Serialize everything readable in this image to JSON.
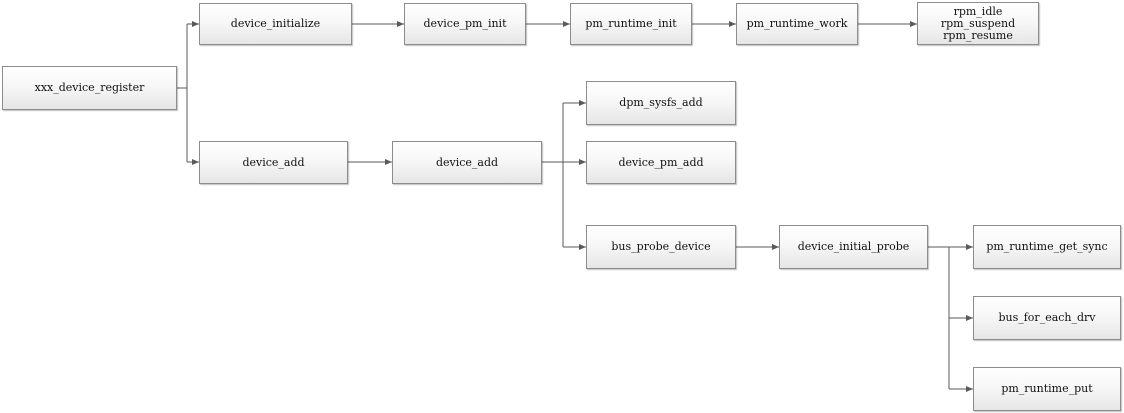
{
  "nodes": {
    "xxx_device_register": "xxx_device_register",
    "device_initialize": "device_initialize",
    "device_pm_init": "device_pm_init",
    "pm_runtime_init": "pm_runtime_init",
    "pm_runtime_work": "pm_runtime_work",
    "rpm_ops": [
      "rpm_idle",
      "rpm_suspend",
      "rpm_resume"
    ],
    "device_add_1": "device_add",
    "device_add_2": "device_add",
    "dpm_sysfs_add": "dpm_sysfs_add",
    "device_pm_add": "device_pm_add",
    "bus_probe_device": "bus_probe_device",
    "device_initial_probe": "device_initial_probe",
    "pm_runtime_get_sync": "pm_runtime_get_sync",
    "bus_for_each_drv": "bus_for_each_drv",
    "pm_runtime_put": "pm_runtime_put"
  },
  "colors": {
    "line": "#5a5a5a",
    "border": "#8c8c8c",
    "box_top": "#ffffff",
    "box_bottom": "#e6e6e6"
  }
}
